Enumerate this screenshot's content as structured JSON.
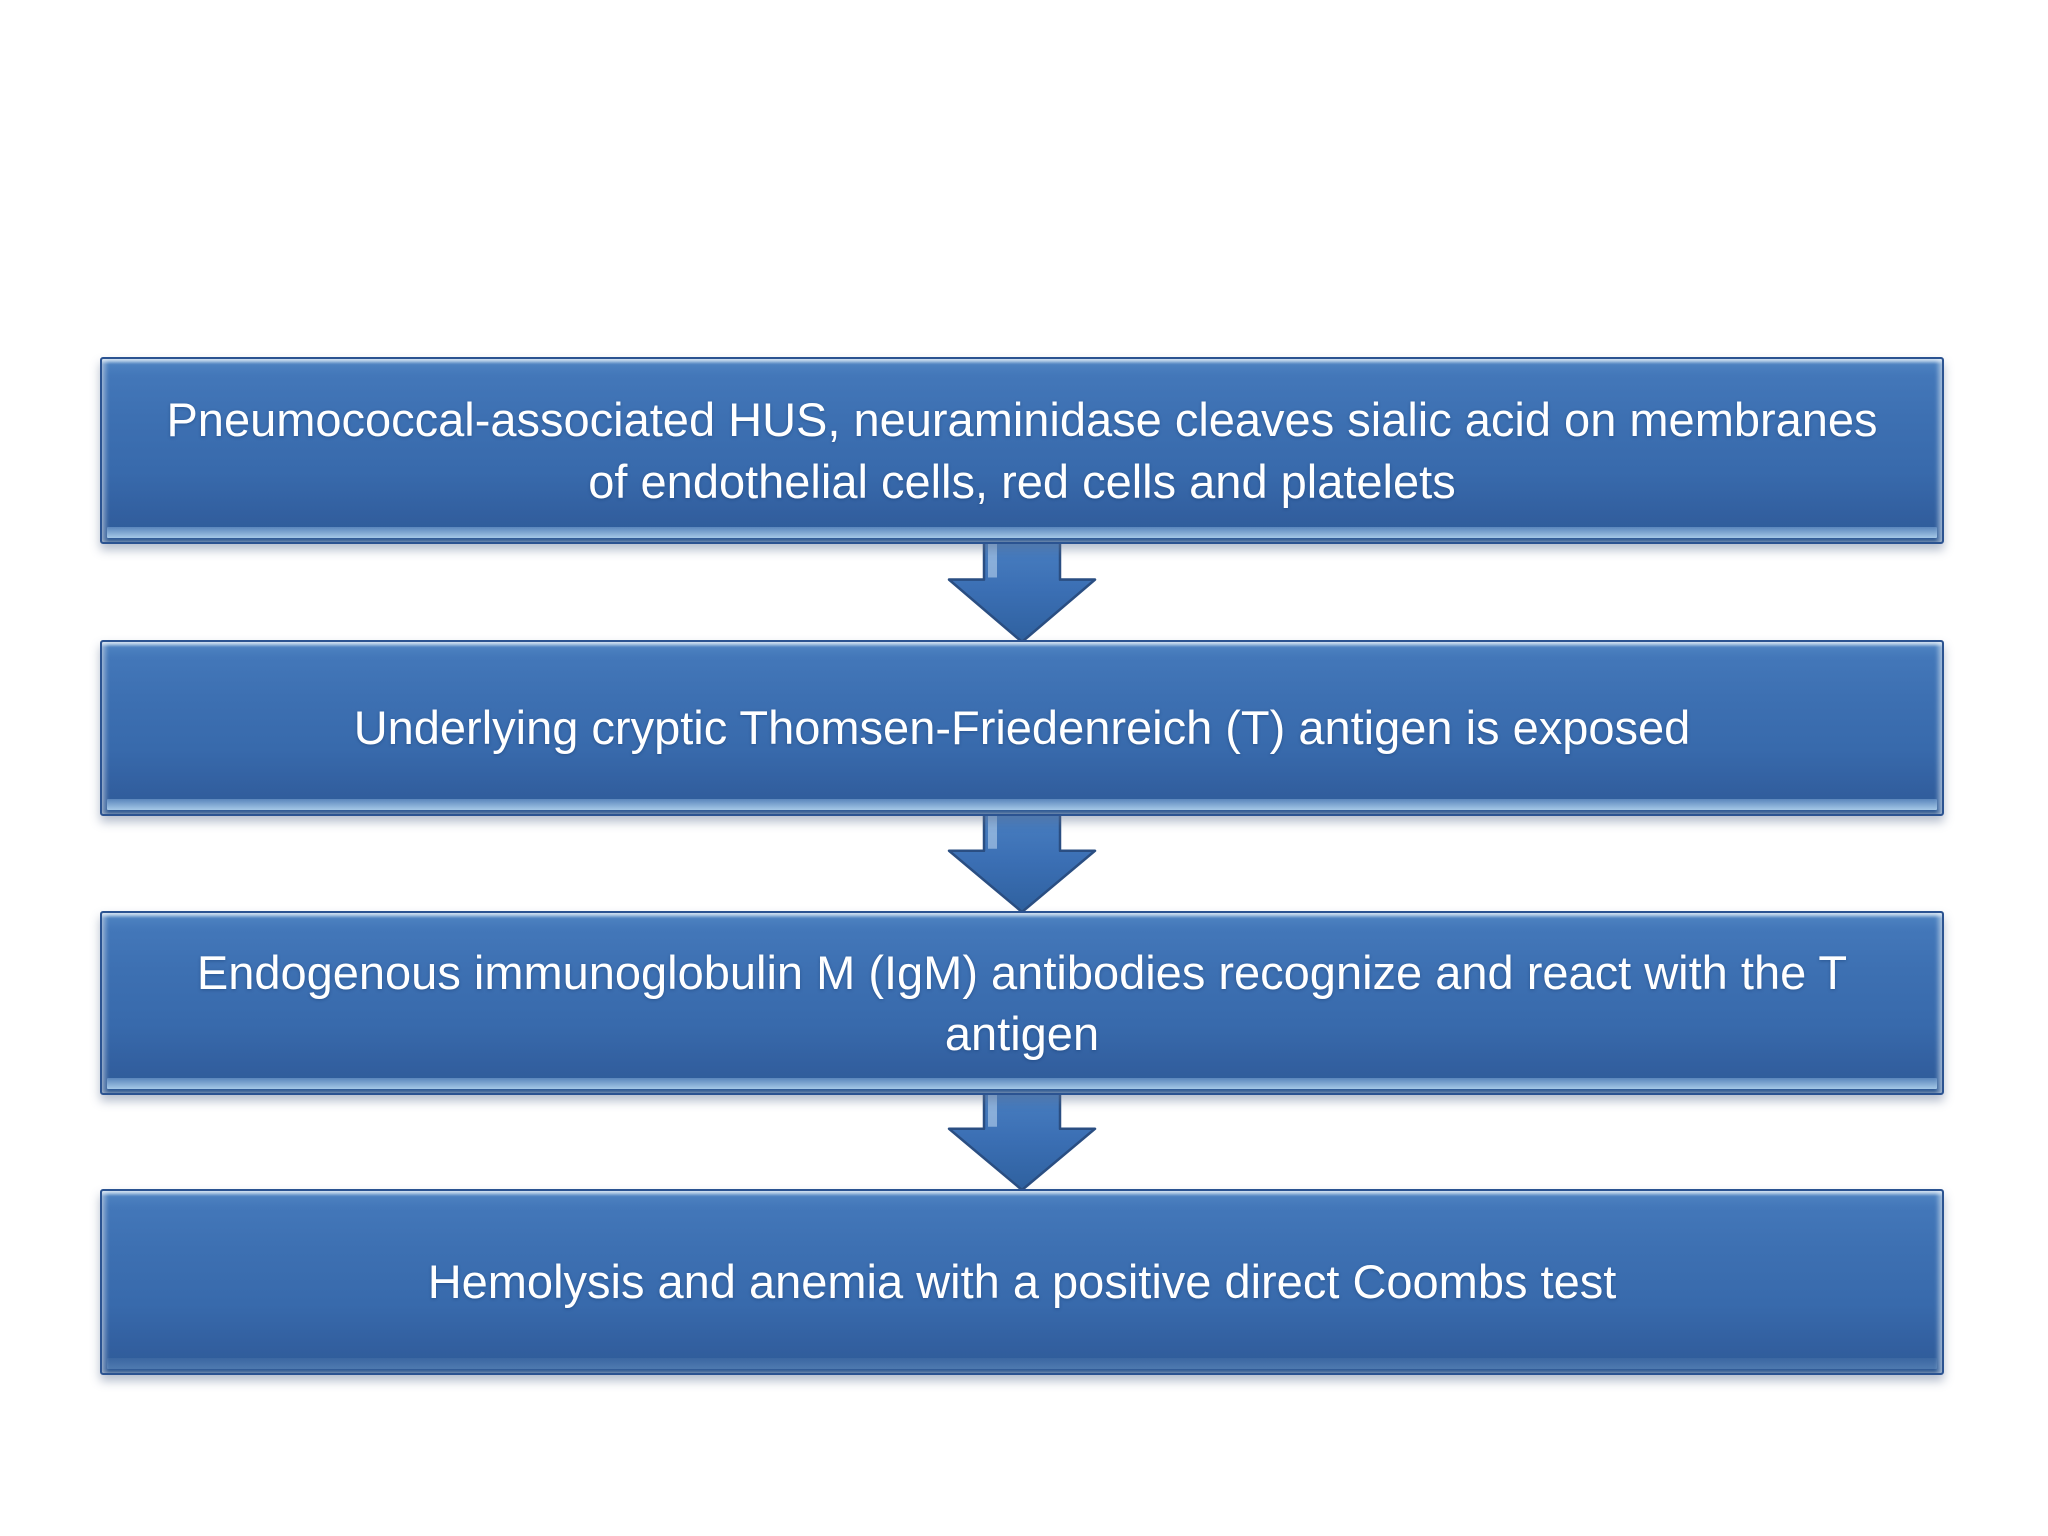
{
  "slide": {
    "background_color": "#ffffff",
    "diagram_type": "vertical-process-flow",
    "flow_steps": [
      {
        "text": "Pneumococcal-associated HUS, neuraminidase cleaves sialic acid on membranes\nof endothelial cells, red cells and platelets"
      },
      {
        "text": "Underlying cryptic Thomsen-Friedenreich (T) antigen is exposed"
      },
      {
        "text": "Endogenous immunoglobulin M (IgM) antibodies recognize and react with the T\nantigen"
      },
      {
        "text": "Hemolysis and anemia with a positive direct Coombs test"
      }
    ],
    "connector": {
      "icon": "down-arrow",
      "count": 3
    },
    "colors": {
      "box_fill": "#3a6db0",
      "box_fill_light": "#4c81c0",
      "box_fill_dark": "#2e5b97",
      "box_border": "#2b5391",
      "bevel_highlight": "#b2d4f0",
      "arrow_fill": "#3b6fb4",
      "arrow_outline": "#2a4e82",
      "text_color": "#ffffff"
    }
  }
}
